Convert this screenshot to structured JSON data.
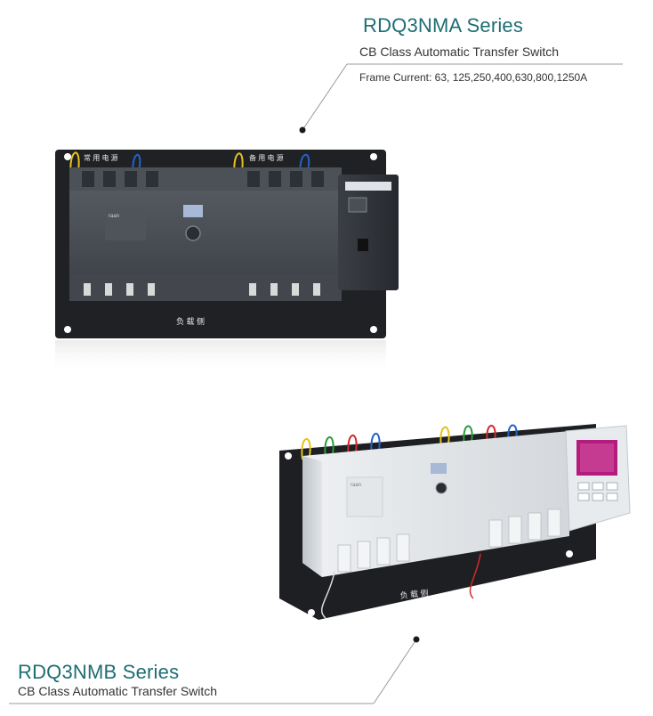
{
  "series_a": {
    "title": "RDQ3NMA Series",
    "subtitle": "CB Class Automatic Transfer Switch",
    "frame_current": "Frame Current: 63, 125,250,400,630,800,1250A",
    "label_top_left": "常 用 电 源",
    "label_top_right": "备 用 电 源",
    "label_bottom": "负 载 侧",
    "brand": "raan"
  },
  "series_b": {
    "title": "RDQ3NMB Series",
    "subtitle": "CB Class Automatic Transfer Switch",
    "label_bottom": "负 载 侧",
    "brand": "raan"
  },
  "colors": {
    "accent": "#1d6e74",
    "text": "#333333",
    "leader": "#8a8a8a"
  }
}
